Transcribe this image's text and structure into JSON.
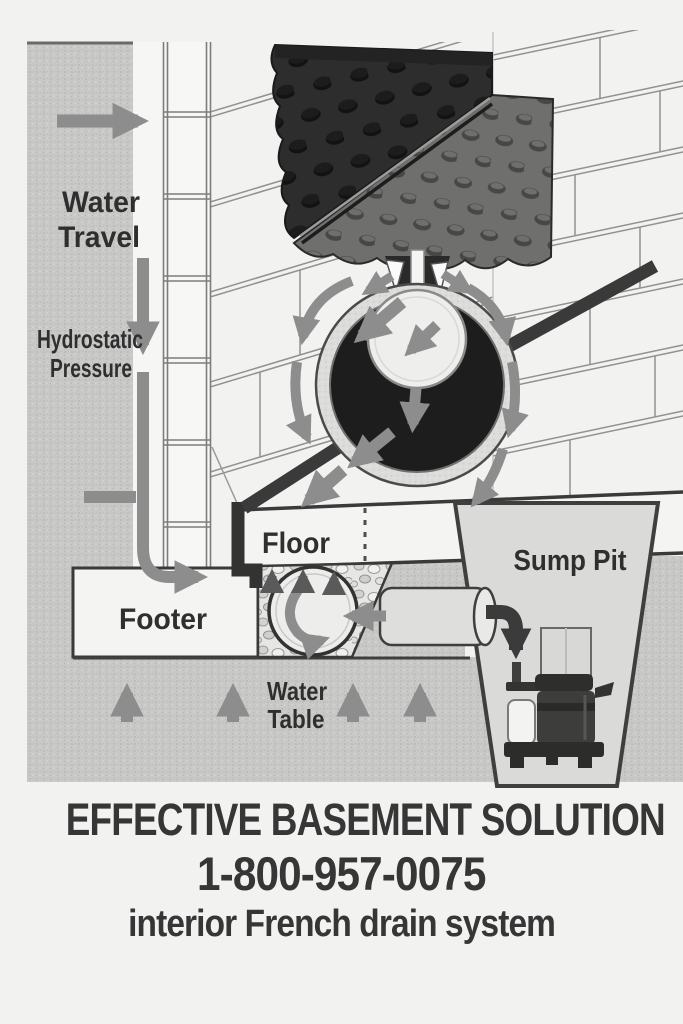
{
  "diagram": {
    "labels": {
      "water_travel": [
        "Water",
        "Travel"
      ],
      "hydrostatic": [
        "Hydrostatic",
        "Pressure"
      ],
      "floor": "Floor",
      "footer": "Footer",
      "sump_pit": "Sump Pit",
      "water_table": [
        "Water",
        "Table"
      ]
    },
    "colors": {
      "background": "#f2f2f1",
      "soil": "#c8c8c7",
      "arrow_gray": "#8d8d8d",
      "line_dark": "#3a3a3a",
      "membrane_dark": "#2d2d2d",
      "pit_fill": "#dadada",
      "label_text": "#2f2f2f"
    }
  },
  "caption": {
    "headline": "EFFECTIVE BASEMENT SOLUTION",
    "phone": "1-800-957-0075",
    "tagline": "interior French drain system"
  }
}
